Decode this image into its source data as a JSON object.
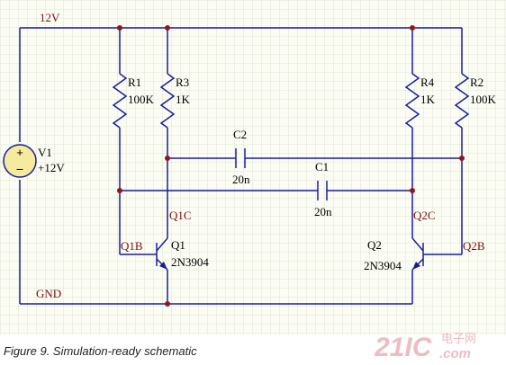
{
  "nets": {
    "vcc": "12V",
    "gnd": "GND",
    "q1c": "Q1C",
    "q1b": "Q1B",
    "q2c": "Q2C",
    "q2b": "Q2B"
  },
  "components": {
    "v1": {
      "ref": "V1",
      "value": "+12V"
    },
    "r1": {
      "ref": "R1",
      "value": "100K"
    },
    "r2": {
      "ref": "R2",
      "value": "100K"
    },
    "r3": {
      "ref": "R3",
      "value": "1K"
    },
    "r4": {
      "ref": "R4",
      "value": "1K"
    },
    "c1": {
      "ref": "C1",
      "value": "20n"
    },
    "c2": {
      "ref": "C2",
      "value": "20n"
    },
    "q1": {
      "ref": "Q1",
      "part": "2N3904"
    },
    "q2": {
      "ref": "Q2",
      "part": "2N3904"
    }
  },
  "caption": "Figure 9. Simulation-ready schematic",
  "watermark": {
    "brand": "21IC",
    "site": "电子网",
    "domain": ".com"
  },
  "colors": {
    "wire": "#1c1c9a",
    "net_label": "#7a1010",
    "junction": "#8b1a1a",
    "source_fill": "#f4eb9c",
    "grid_bg": "#fbfdf4"
  }
}
